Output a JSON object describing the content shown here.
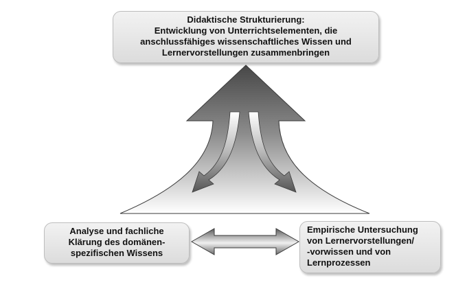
{
  "top_box": {
    "lines": [
      "Didaktische Strukturierung:",
      "Entwicklung von Unterrichtselementen, die",
      "anschlussfähiges wissenschaftliches Wissen und",
      "Lernervorstellungen zusammenbringen"
    ]
  },
  "left_box": {
    "lines": [
      "Analyse und fachliche",
      "Klärung des domänen-",
      "spezifischen Wissens"
    ]
  },
  "right_box": {
    "lines": [
      "Empirische Untersuchung",
      "von Lernervorstellungen/",
      "-vorwissen und von",
      "Lernprozessen"
    ]
  },
  "colors": {
    "box_fill": "#e6e6e6",
    "arrow_dark": "#4a4a4a",
    "arrow_light": "#ffffff"
  }
}
